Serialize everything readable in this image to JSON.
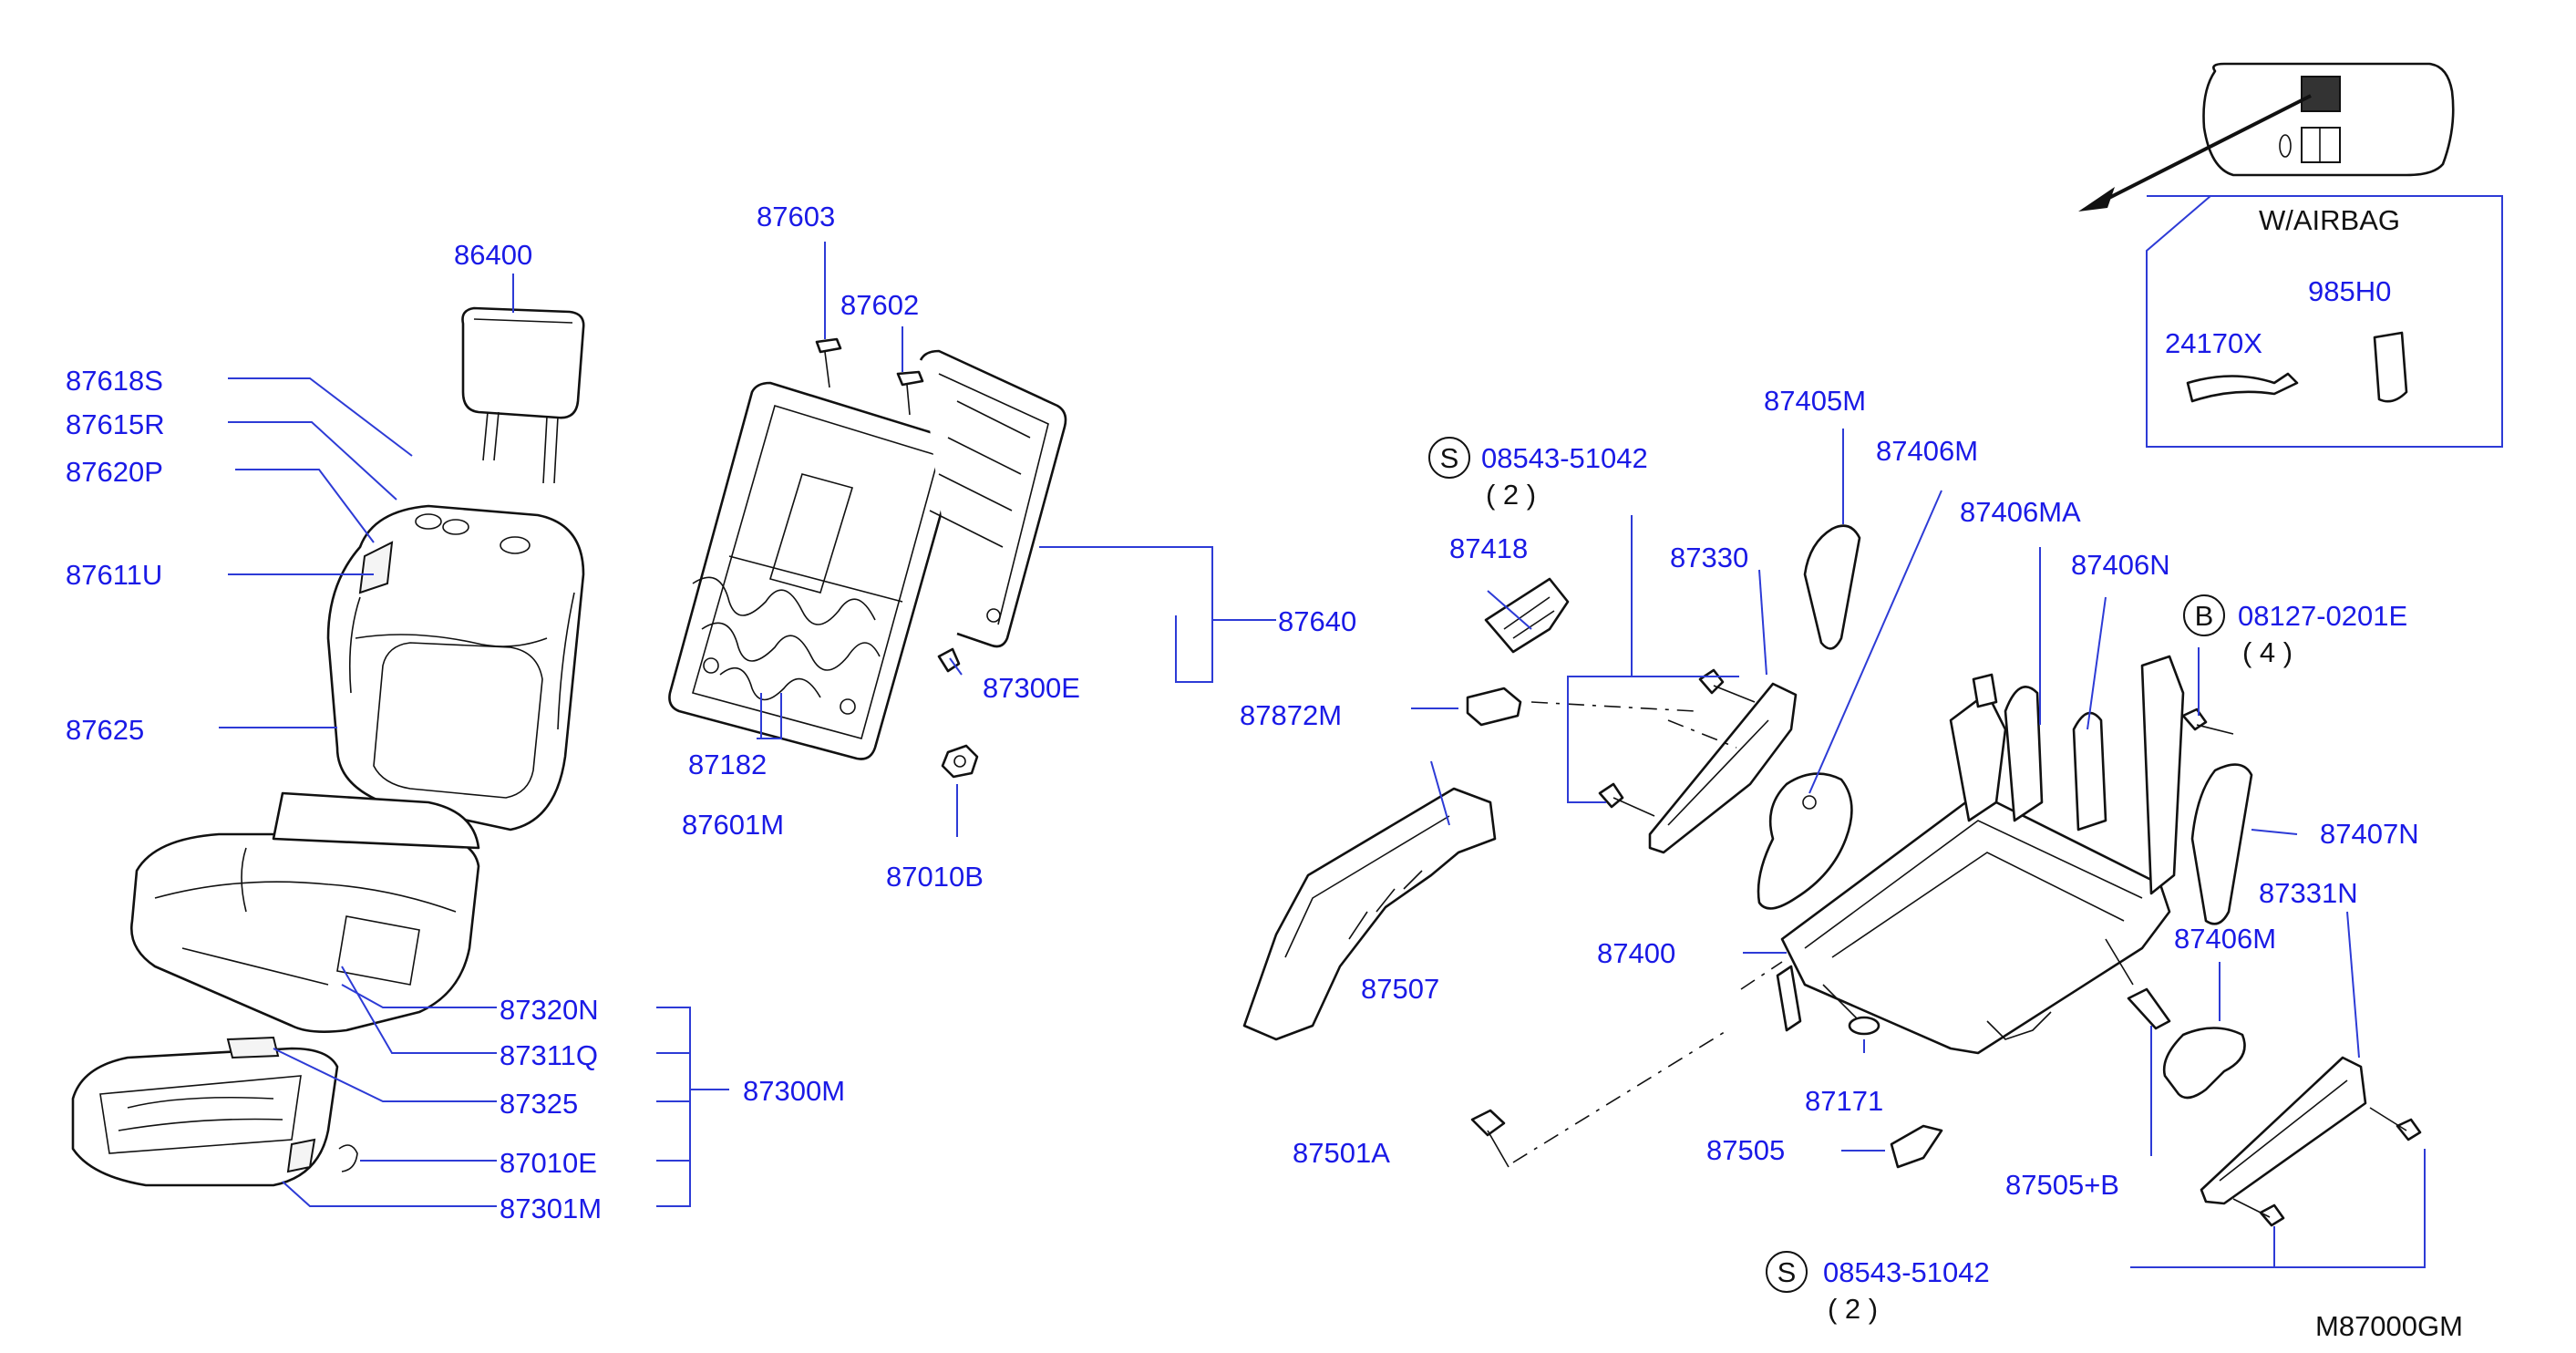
{
  "labels": {
    "p86400": "86400",
    "p87603": "87603",
    "p87602": "87602",
    "p87618S": "87618S",
    "p87615R": "87615R",
    "p87620P": "87620P",
    "p87611U": "87611U",
    "p87625": "87625",
    "p87640": "87640",
    "p87300E": "87300E",
    "p87182": "87182",
    "p87601M": "87601M",
    "p87010B": "87010B",
    "p87320N": "87320N",
    "p87311Q": "87311Q",
    "p87325": "87325",
    "p87300M": "87300M",
    "p87010E": "87010E",
    "p87301M": "87301M",
    "p87405M": "87405M",
    "p87406M_top": "87406M",
    "p87406MA": "87406MA",
    "p87406N": "87406N",
    "p87418": "87418",
    "p87330": "87330",
    "p87872M": "87872M",
    "p87507": "87507",
    "p87400": "87400",
    "p87171": "87171",
    "p87501A": "87501A",
    "p87505": "87505",
    "p87505B": "87505+B",
    "p87406M_bot": "87406M",
    "p87331N": "87331N",
    "p87407N": "87407N",
    "bolt_s_top": "08543-51042",
    "bolt_s_top_qty": "( 2 )",
    "bolt_b": "08127-0201E",
    "bolt_b_qty": "( 4 )",
    "bolt_s_bot": "08543-51042",
    "bolt_s_bot_qty": "( 2 )",
    "p24170X": "24170X",
    "p985H0": "985H0"
  },
  "symbols": {
    "s_top": "S",
    "b": "B",
    "s_bot": "S"
  },
  "airbag_box": {
    "title": "W/AIRBAG"
  },
  "diagram_code": "M87000GM",
  "colors": {
    "label": "#1a1ae6",
    "leader": "#2d3bd6",
    "part_stroke": "#111111"
  }
}
